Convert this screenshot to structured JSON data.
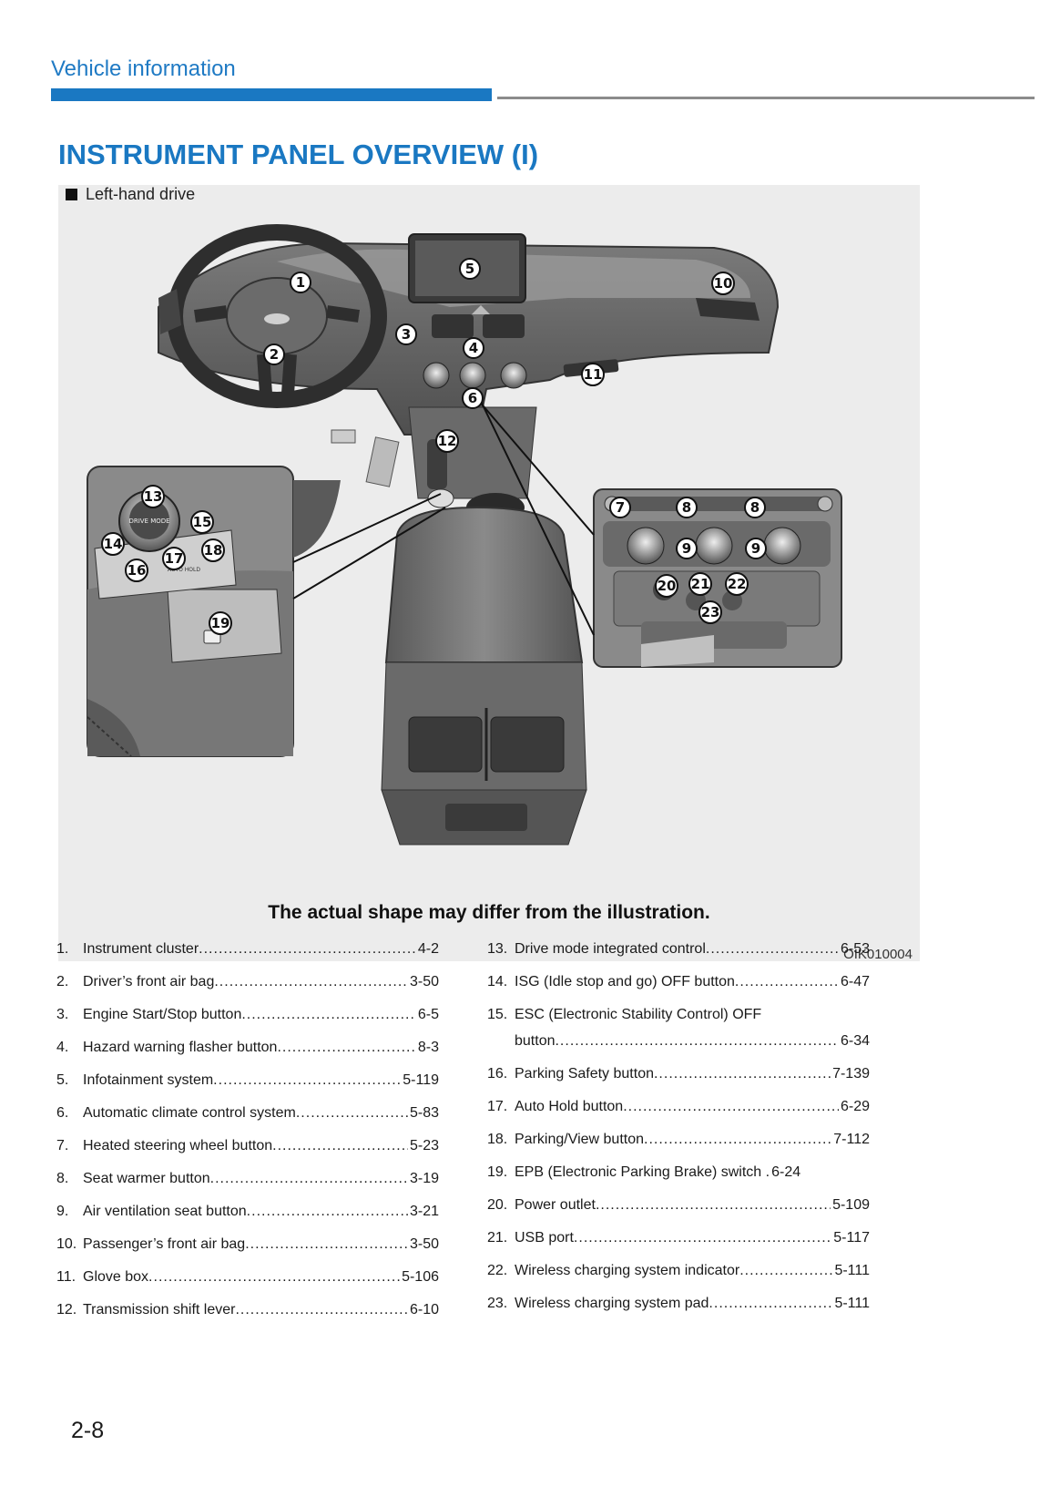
{
  "header": {
    "section": "Vehicle information"
  },
  "title": "INSTRUMENT PANEL OVERVIEW (I)",
  "figure": {
    "drive_label": "Left-hand drive",
    "caption": "The actual shape may differ from the illustration.",
    "code": "OIK010004"
  },
  "left_items": [
    {
      "num": "1.",
      "label": "Instrument cluster",
      "page": "4-2"
    },
    {
      "num": "2.",
      "label": "Driver’s front air bag",
      "page": "3-50"
    },
    {
      "num": "3.",
      "label": "Engine Start/Stop button",
      "page": "6-5"
    },
    {
      "num": "4.",
      "label": "Hazard warning flasher button",
      "page": "8-3"
    },
    {
      "num": "5.",
      "label": "Infotainment system ",
      "page": "5-119"
    },
    {
      "num": "6.",
      "label": "Automatic climate control system ",
      "page": "5-83"
    },
    {
      "num": "7.",
      "label": "Heated steering wheel button",
      "page": "5-23"
    },
    {
      "num": "8.",
      "label": "Seat warmer button ",
      "page": "3-19"
    },
    {
      "num": "9.",
      "label": "Air ventilation seat button ",
      "page": "3-21"
    },
    {
      "num": "10.",
      "label": "Passenger’s front air bag ",
      "page": "3-50"
    },
    {
      "num": "11.",
      "label": "Glove box ",
      "page": "5-106"
    },
    {
      "num": "12.",
      "label": "Transmission shift lever",
      "page": "6-10"
    }
  ],
  "right_items": [
    {
      "num": "13.",
      "label": "Drive mode integrated control",
      "page": "6-53"
    },
    {
      "num": "14.",
      "label": "ISG (Idle stop and go) OFF button",
      "page": "6-47"
    },
    {
      "num": "15.",
      "label": "ESC (Electronic Stability Control) OFF",
      "label2": "button",
      "page": "6-34"
    },
    {
      "num": "16.",
      "label": "Parking Safety button",
      "page": "7-139"
    },
    {
      "num": "17.",
      "label": "Auto Hold button",
      "page": "6-29"
    },
    {
      "num": "18.",
      "label": "Parking/View button ",
      "page": "7-112"
    },
    {
      "num": "19.",
      "label": "EPB (Electronic Parking Brake) switch .",
      "page": "6-24"
    },
    {
      "num": "20.",
      "label": "Power outlet",
      "page": "5-109"
    },
    {
      "num": "21.",
      "label": "USB port",
      "page": "5-117"
    },
    {
      "num": "22.",
      "label": "Wireless charging system indicator ",
      "page": "5-111"
    },
    {
      "num": "23.",
      "label": "Wireless charging system pad",
      "page": "5-111"
    }
  ],
  "callouts": [
    "1",
    "2",
    "3",
    "4",
    "5",
    "6",
    "7",
    "8",
    "8",
    "9",
    "9",
    "10",
    "11",
    "12",
    "13",
    "14",
    "15",
    "16",
    "17",
    "18",
    "19",
    "20",
    "21",
    "22",
    "23"
  ],
  "inset_labels": {
    "drive_mode": "DRIVE MODE",
    "auto_hold": "AUTO HOLD"
  },
  "page_number": "2-8"
}
